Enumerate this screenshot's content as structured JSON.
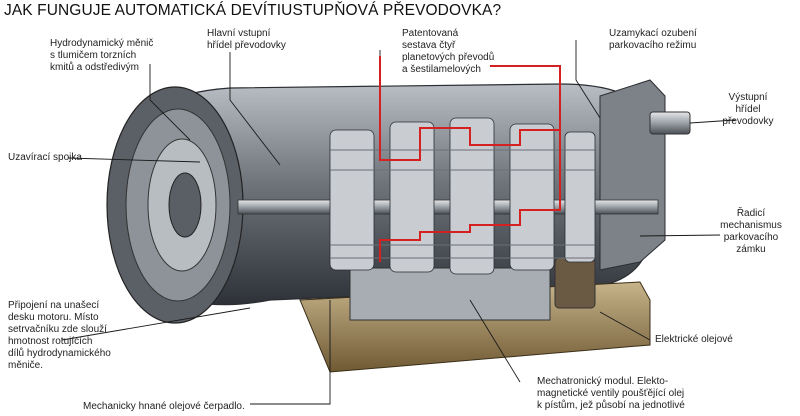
{
  "title": "JAK FUNGUJE AUTOMATICKÁ DEVÍTIUSTUPŇOVÁ PŘEVODOVKA?",
  "labels": {
    "converter": "Hydrodynamický měnič\ns tlumičem torzních\nkmitů a odstředivým",
    "input_shaft": "Hlavní vstupní\nhřídel převodovky",
    "planetary": "Patentovaná\nsestava čtyř\nplanetových převodů\na šestilamelových",
    "parking_teeth": "Uzamykací ozubení\nparkovacího režimu",
    "output_shaft": "Výstupní\nhřídel\npřevodovky",
    "lockup_clutch": "Uzavírací spojka",
    "parking_mechanism": "Řadicí\nmechanismus\nparkovacího\nzámku",
    "engine_mount": "Připojení na unašecí\ndesku motoru. Místo\nsetrvačníku zde slouží\nhmotnost rotujících\ndílů hydrodynamického\nměniče.",
    "electric_pump": "Elektrické olejové",
    "mechatronic": "Mechatronický modul. Elekto-\nmagnetické ventily poušťějící olej\nk pístům, jež působí na jednotlivé",
    "mechanical_pump": "Mechanicky hnané olejové čerpadlo."
  },
  "colors": {
    "callout": "#1a1a1a",
    "highlight": "#d42020",
    "housing": "#8a8f96",
    "housing_dark": "#3c4046",
    "background": "#ffffff"
  }
}
